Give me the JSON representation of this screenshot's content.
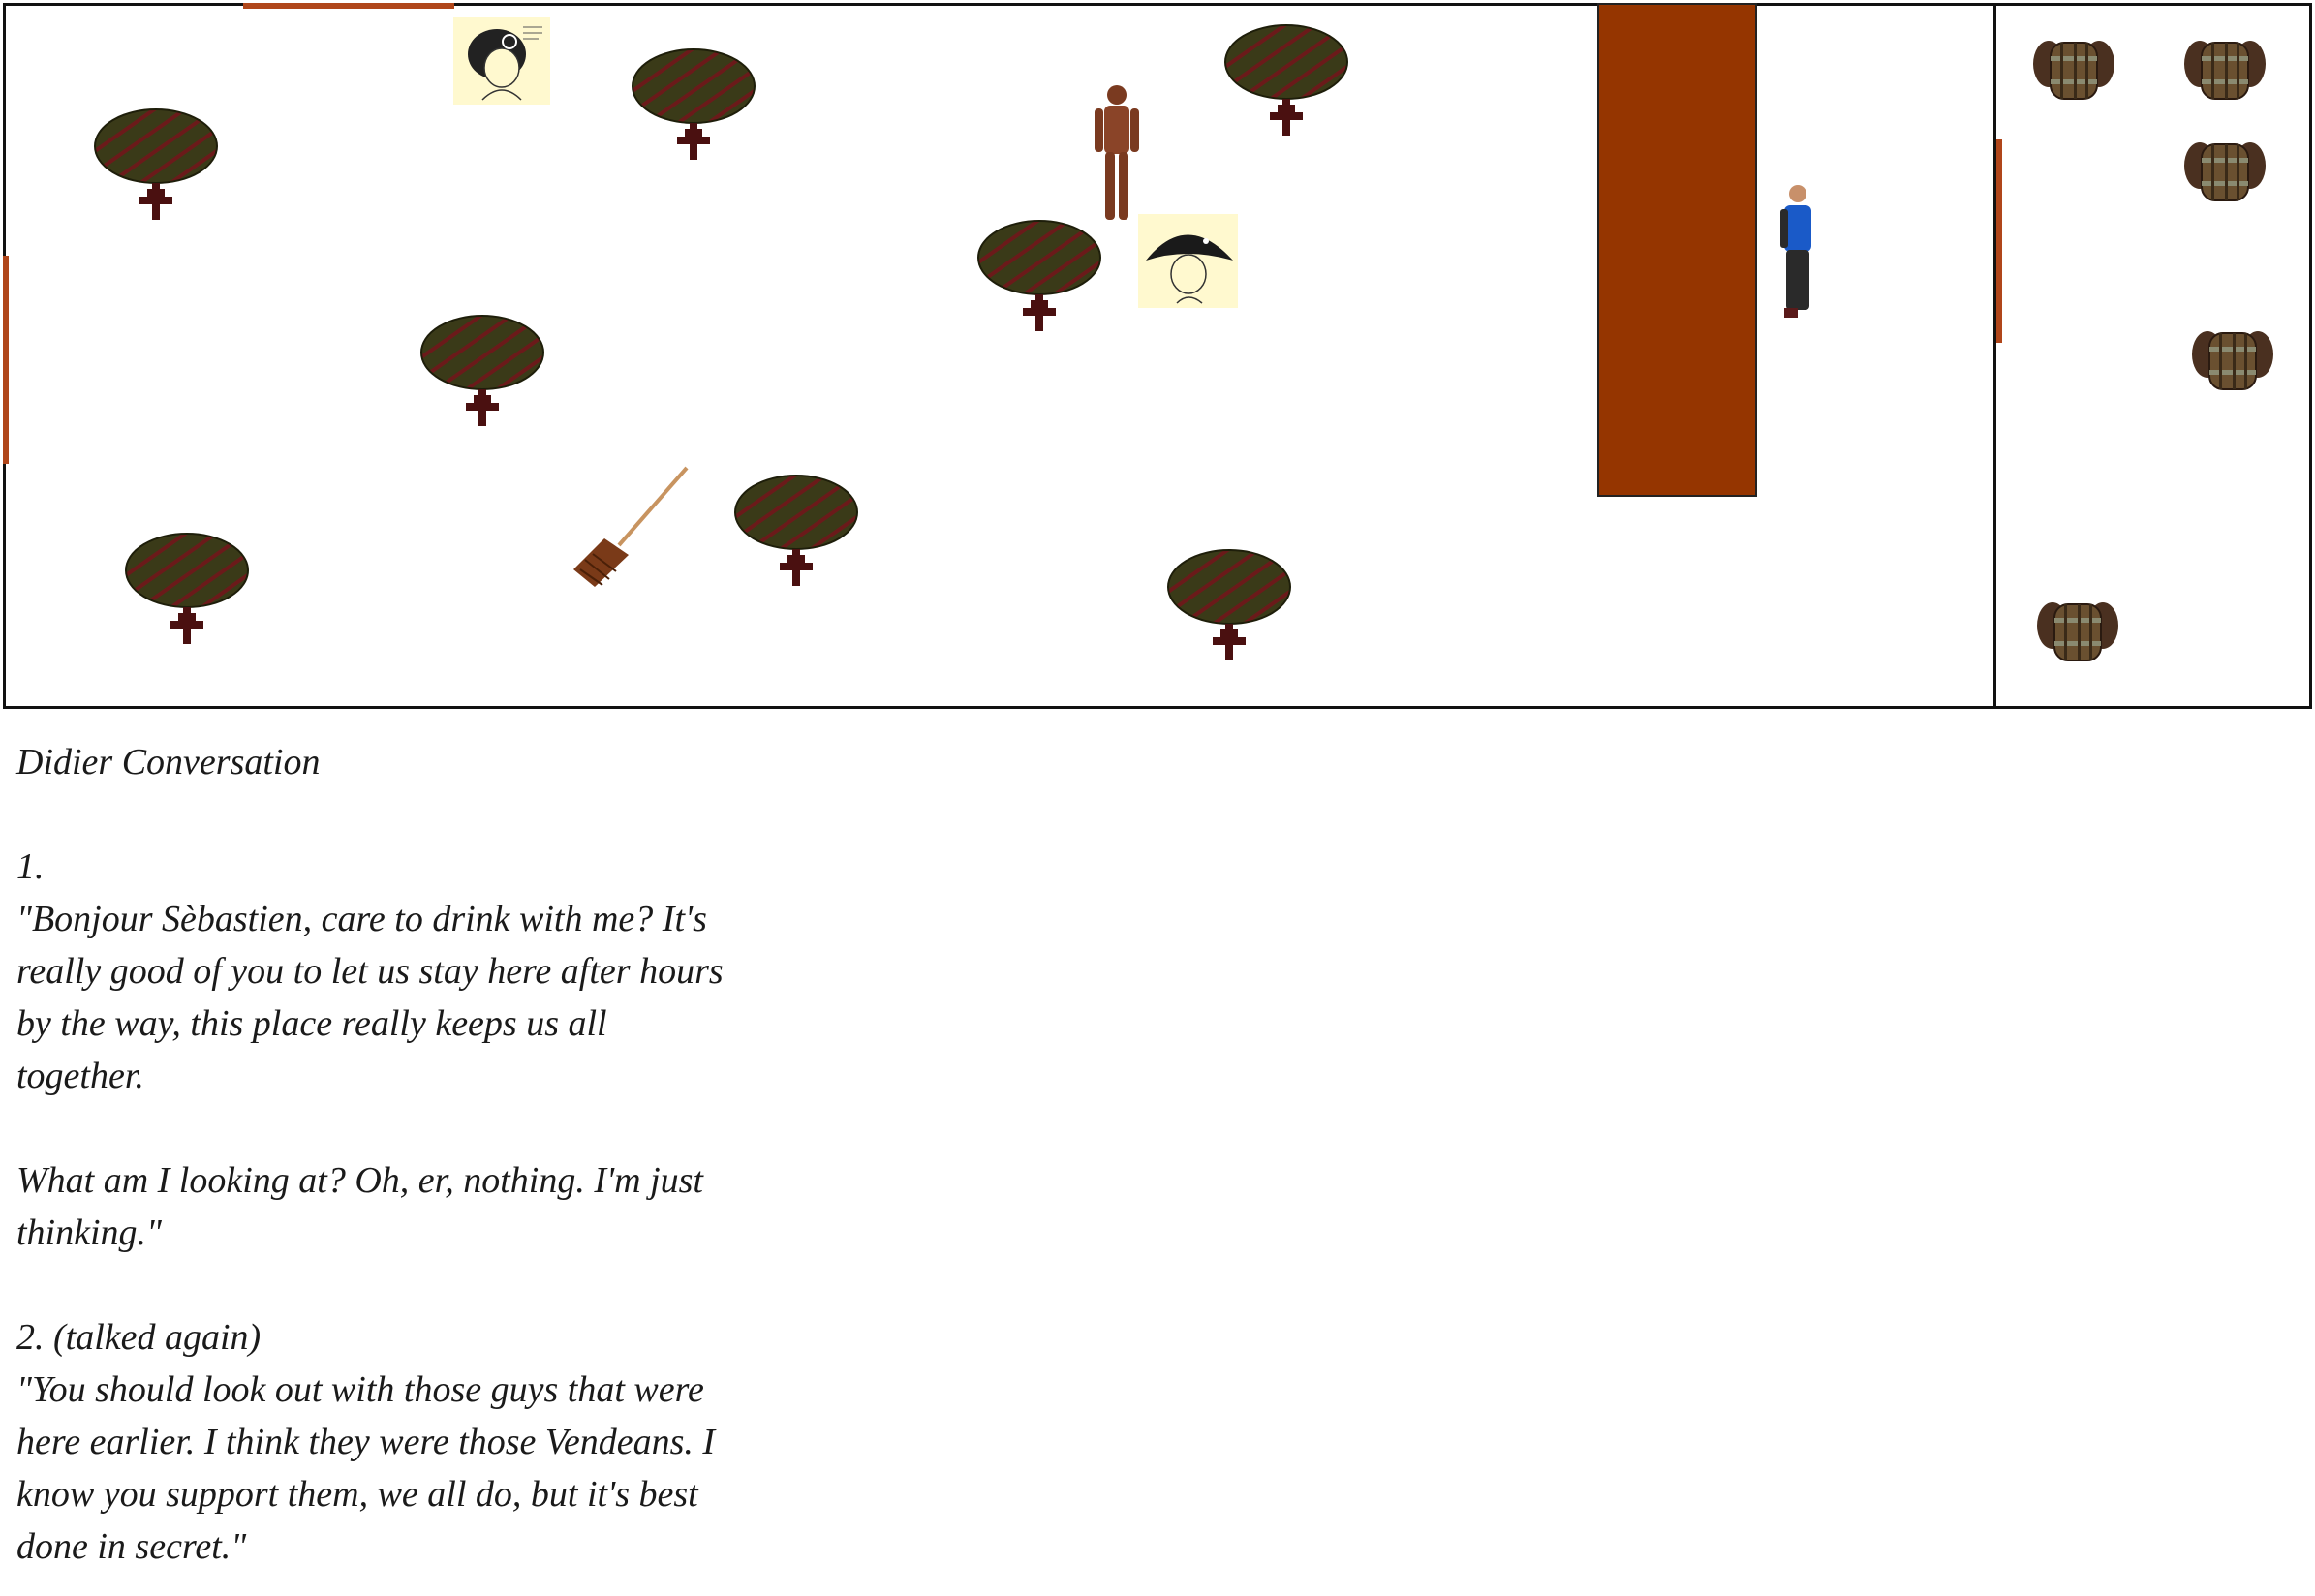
{
  "doc": {
    "title": "Didier Conversation",
    "entry1_num": "1.",
    "entry1_line1": "\"Bonjour Sèbastien, care to drink with me? It's",
    "entry1_line2": "really good of you to let us stay here after hours",
    "entry1_line3": "by the way, this place really keeps us all",
    "entry1_line4": "together.",
    "entry1_line5": "What am I looking at? Oh, er, nothing. I'm just",
    "entry1_line6": "thinking.\"",
    "entry2_num": "2. (talked again)",
    "entry2_line1": "\"You should look out with those guys that were",
    "entry2_line2": "here earlier. I think they were those Vendeans. I",
    "entry2_line3": "know you support them, we all do, but it's best",
    "entry2_line4": "done in secret.\""
  },
  "colors": {
    "door": "#b0461a",
    "counter": "#953500",
    "table_top": "#3a3a18",
    "table_stripe": "#6b1a1a",
    "table_leg": "#4a1010",
    "barrel": "#6a4a2a"
  },
  "icons": {
    "table": "round-table-icon",
    "barrel": "barrel-icon",
    "broom": "broom-icon",
    "npc": "npc-figure-icon",
    "portrait": "portrait-icon"
  }
}
